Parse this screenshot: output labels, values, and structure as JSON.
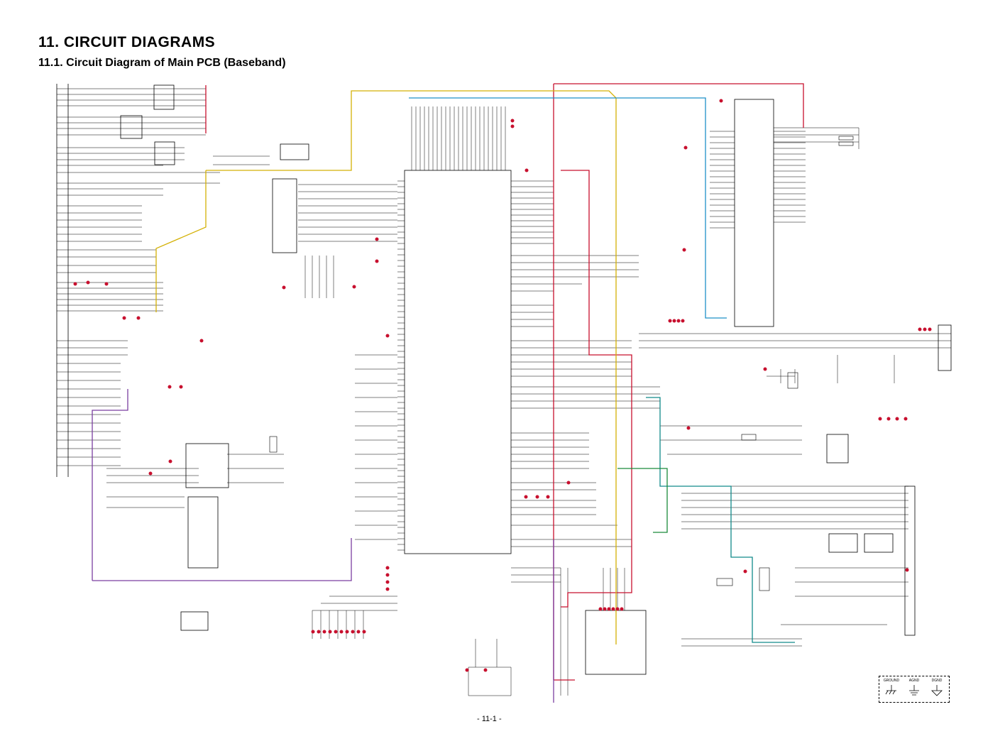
{
  "page": {
    "title": "11. CIRCUIT  DIAGRAMS",
    "subtitle": "11.1. Circuit Diagram of Main PCB (Baseband)",
    "page_number": "- 11-1 -"
  },
  "legend": {
    "items": [
      "GROUND",
      "AGND",
      "DGND"
    ]
  },
  "colors": {
    "red": "#c8102e",
    "yellow": "#d4b106",
    "blue": "#1e90c8",
    "purple": "#7b3fa0",
    "green": "#1a8a3a",
    "teal": "#118a8a",
    "ink": "#000000"
  }
}
